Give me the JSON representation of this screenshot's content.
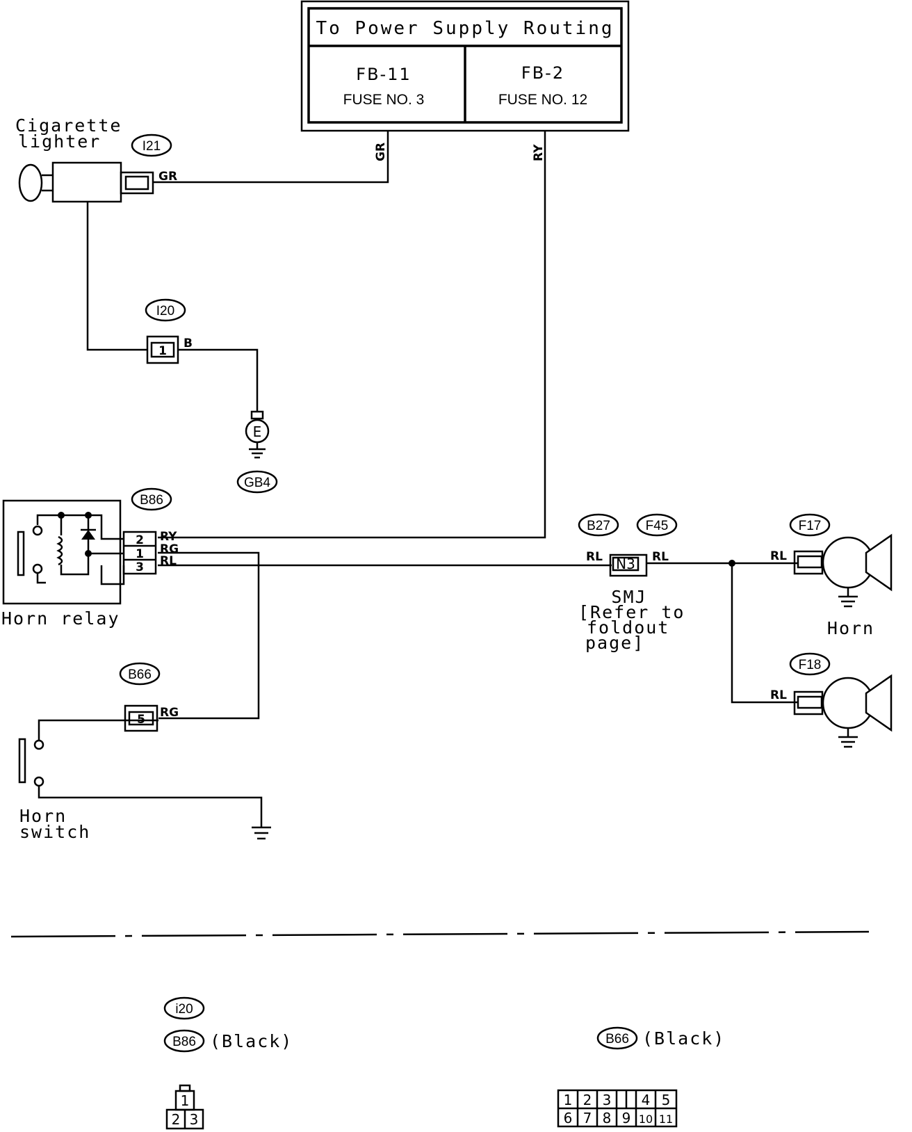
{
  "power_box": {
    "title": "To Power Supply Routing",
    "left": {
      "line1": "FB-11",
      "line2": "FUSE NO. 3"
    },
    "right": {
      "line1": "FB-2",
      "line2": "FUSE NO. 12"
    }
  },
  "components": {
    "cigarette_lighter": {
      "line1": "Cigarette",
      "line2": "lighter"
    },
    "horn_relay": "Horn relay",
    "horn_switch": {
      "line1": "Horn",
      "line2": "switch"
    },
    "horn": "Horn",
    "smj": {
      "line1": "SMJ",
      "line2": "[Refer to",
      "line3": "foldout",
      "line4": "page]"
    }
  },
  "connectors": {
    "i21": "I21",
    "i20": "I20",
    "gb4": "GB4",
    "b86": "B86",
    "b66": "B66",
    "b27": "B27",
    "f45": "F45",
    "f17": "F17",
    "f18": "F18",
    "n3": "N3",
    "pin1": "1",
    "pin5": "5",
    "ground": "E",
    "relay_pin2": "2",
    "relay_pin1": "1",
    "relay_pin3": "3"
  },
  "wires": {
    "gr": "GR",
    "ry": "RY",
    "b": "B",
    "rg": "RG",
    "rl": "RL"
  },
  "legend": {
    "i20": "i20",
    "b86": "B86",
    "b86_color": "(Black)",
    "b66": "B66",
    "b66_color": "(Black)",
    "conn_3pin": [
      "1",
      "2",
      "3"
    ],
    "conn_11pin_top": [
      "1",
      "2",
      "3",
      "4",
      "5"
    ],
    "conn_11pin_bottom": [
      "6",
      "7",
      "8",
      "9",
      "10",
      "11"
    ]
  }
}
